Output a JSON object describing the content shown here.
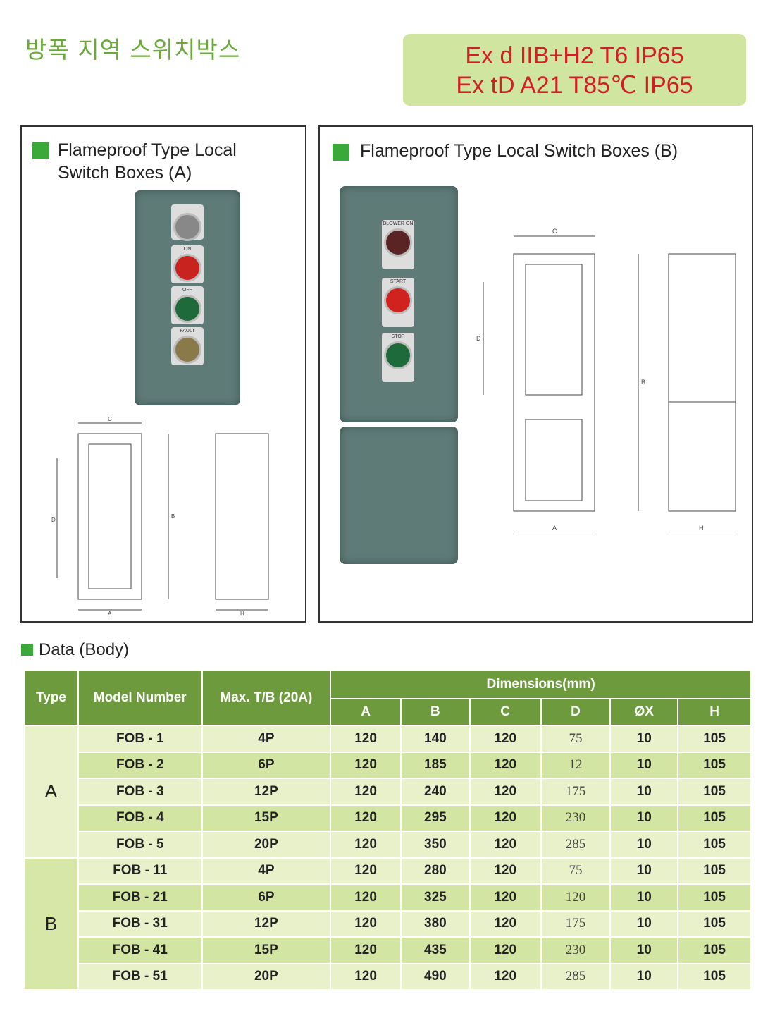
{
  "header": {
    "title_ko": "방폭 지역 스위치박스",
    "rating_line1": "Ex d IIB+H2  T6 IP65",
    "rating_line2": "Ex tD A21  T85℃  IP65"
  },
  "panel_a": {
    "title_line1": "Flameproof  Type Local",
    "title_line2": "Switch Boxes (A)",
    "buttons": [
      "ON",
      "OFF",
      "FAULT"
    ],
    "dims": [
      "C",
      "D",
      "B",
      "A",
      "H"
    ]
  },
  "panel_b": {
    "title": "Flameproof  Type Local Switch Boxes (B)",
    "buttons": [
      "BLOWER ON",
      "START",
      "STOP"
    ],
    "dims": [
      "C",
      "D",
      "B",
      "A",
      "H"
    ]
  },
  "data_heading": "Data (Body)",
  "table": {
    "headers": {
      "type": "Type",
      "model": "Model Number",
      "max": "Max.  T/B  (20A)",
      "dimensions": "Dimensions(mm)",
      "cols": [
        "A",
        "B",
        "C",
        "D",
        "ØX",
        "H"
      ]
    },
    "groups": [
      {
        "type": "A",
        "rows": [
          [
            "FOB - 1",
            "4P",
            "120",
            "140",
            "120",
            "75",
            "10",
            "105"
          ],
          [
            "FOB - 2",
            "6P",
            "120",
            "185",
            "120",
            "12",
            "10",
            "105"
          ],
          [
            "FOB - 3",
            "12P",
            "120",
            "240",
            "120",
            "175",
            "10",
            "105"
          ],
          [
            "FOB - 4",
            "15P",
            "120",
            "295",
            "120",
            "230",
            "10",
            "105"
          ],
          [
            "FOB - 5",
            "20P",
            "120",
            "350",
            "120",
            "285",
            "10",
            "105"
          ]
        ]
      },
      {
        "type": "B",
        "rows": [
          [
            "FOB - 11",
            "4P",
            "120",
            "280",
            "120",
            "75",
            "10",
            "105"
          ],
          [
            "FOB - 21",
            "6P",
            "120",
            "325",
            "120",
            "120",
            "10",
            "105"
          ],
          [
            "FOB - 31",
            "12P",
            "120",
            "380",
            "120",
            "175",
            "10",
            "105"
          ],
          [
            "FOB - 41",
            "15P",
            "120",
            "435",
            "120",
            "230",
            "10",
            "105"
          ],
          [
            "FOB - 51",
            "20P",
            "120",
            "490",
            "120",
            "285",
            "10",
            "105"
          ]
        ]
      }
    ]
  },
  "colors": {
    "accent_green": "#3aa93a",
    "header_green": "#6c9a3c",
    "rating_red": "#d21f26"
  }
}
